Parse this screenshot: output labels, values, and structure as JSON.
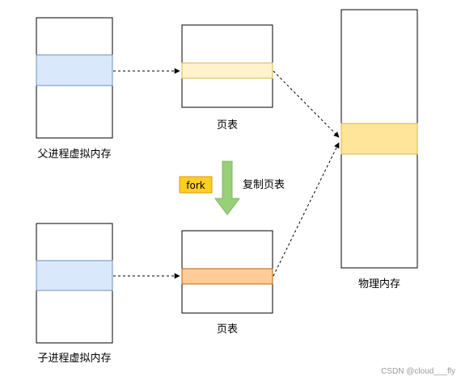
{
  "labels": {
    "parent_vm": "父进程虚拟内存",
    "child_vm": "子进程虚拟内存",
    "page_table_top": "页表",
    "page_table_bottom": "页表",
    "physical_memory": "物理内存",
    "fork_badge": "fork",
    "copy_page_table": "复制页表"
  },
  "watermark": "CSDN @cloud___fly",
  "colors": {
    "vm_block": "#dae8fc",
    "vm_block_border": "#6c8ebf",
    "pt_top_entry": "#fff2cc",
    "pt_top_entry_border": "#d6b656",
    "pt_bottom_entry": "#ffcc99",
    "pt_bottom_entry_border": "#b46504",
    "phys_entry": "#ffe599",
    "phys_entry_border": "#d6b656",
    "fork_badge": "#ffcd28",
    "fork_badge_border": "#d79b00",
    "arrow_green": "#97d077",
    "arrow_green_border": "#82b366"
  },
  "icons": {
    "fork_arrow": "down-arrow-icon"
  }
}
